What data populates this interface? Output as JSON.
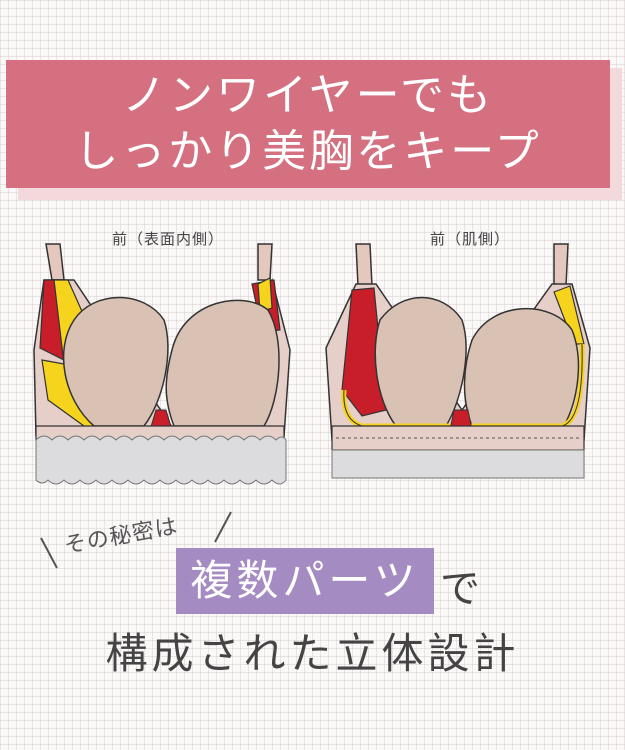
{
  "banner": {
    "line1": "ノンワイヤーでも",
    "line2": "しっかり美胸をキープ"
  },
  "labels": {
    "front": "前（表面内側）",
    "inner": "前（肌側）"
  },
  "secret": "その秘密は",
  "highlight": "複数パーツ",
  "highlight_suffix": "で",
  "line2": "構成された立体設計",
  "colors": {
    "banner": "#d4707f",
    "highlight": "#a48bc2",
    "red_panel": "#c81e2a",
    "yellow_panel": "#f6d31c",
    "cup": "#d9c2b3",
    "band": "#e6cfc8",
    "lace": "#dcdcde"
  }
}
